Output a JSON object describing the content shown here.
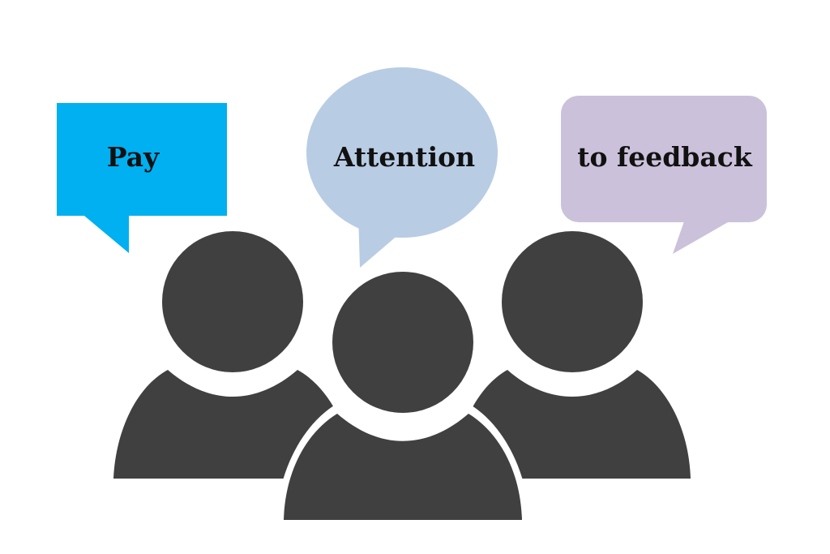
{
  "bubbles": {
    "left": {
      "text": "Pay",
      "color": "#00b0f0",
      "shape": "rectangle"
    },
    "middle": {
      "text": "Attention",
      "color": "#b8cce4",
      "shape": "oval"
    },
    "right": {
      "text": "to feedback",
      "color": "#ccc1da",
      "shape": "rounded-rectangle"
    }
  },
  "people": {
    "count": 3,
    "icon": "people-group-icon",
    "color": "#404040"
  }
}
